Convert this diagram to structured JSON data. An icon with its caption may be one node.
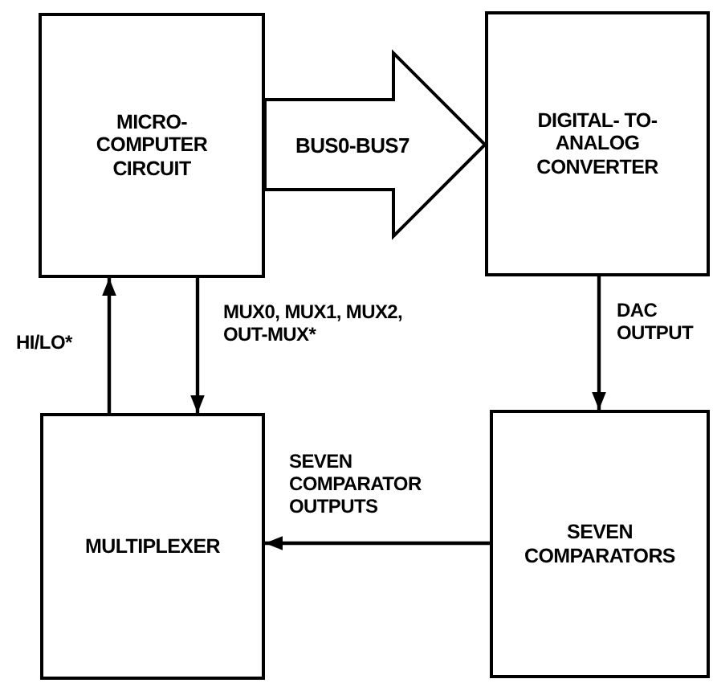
{
  "diagram": {
    "nodes": [
      {
        "text": [
          "MICRO- COMPUTER CIRCUIT"
        ]
      },
      {
        "text": [
          "DIGITAL- TO- ANALOG CONVERTER"
        ]
      },
      {
        "text": [
          "MULTIPLEXER"
        ]
      },
      {
        "text": [
          "SEVEN COMPARATORS"
        ]
      }
    ],
    "edges": [
      {
        "from": 0,
        "to": 1,
        "arrow": "to",
        "label": "BUS0-BUS7",
        "style": "thick"
      },
      {
        "from": 2,
        "to": 0,
        "arrow": "to",
        "label": "HI/LO*"
      },
      {
        "from": 0,
        "to": 2,
        "arrow": "to",
        "label": "MUX0, MUX1, MUX2, OUT-MUX*"
      },
      {
        "from": 1,
        "to": 3,
        "arrow": "to",
        "label": "DAC OUTPUT"
      },
      {
        "from": 3,
        "to": 2,
        "arrow": "to",
        "label": "SEVEN COMPARATOR OUTPUTS"
      }
    ]
  }
}
